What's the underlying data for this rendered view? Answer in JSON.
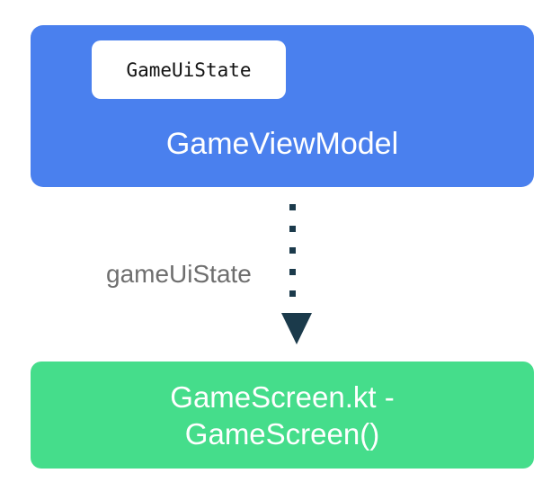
{
  "diagram": {
    "type": "flow-diagram",
    "background_color": "#ffffff",
    "nodes": [
      {
        "id": "viewmodel",
        "title": "GameViewModel",
        "color": "#4a80ee",
        "text_color": "#ffffff",
        "chip": {
          "label": "GameUiState",
          "background_color": "#ffffff",
          "text_color": "#111111"
        }
      },
      {
        "id": "screen",
        "title_line_1": "GameScreen.kt -",
        "title_line_2": "GameScreen()",
        "color": "#45dd8b",
        "text_color": "#ffffff"
      }
    ],
    "edge": {
      "label": "gameUiState",
      "label_color": "#6e6e6e",
      "line_style": "dotted",
      "line_color": "#1b3a4b",
      "arrow_color": "#1b3a4b",
      "direction": "down",
      "dot_count": 5
    }
  }
}
